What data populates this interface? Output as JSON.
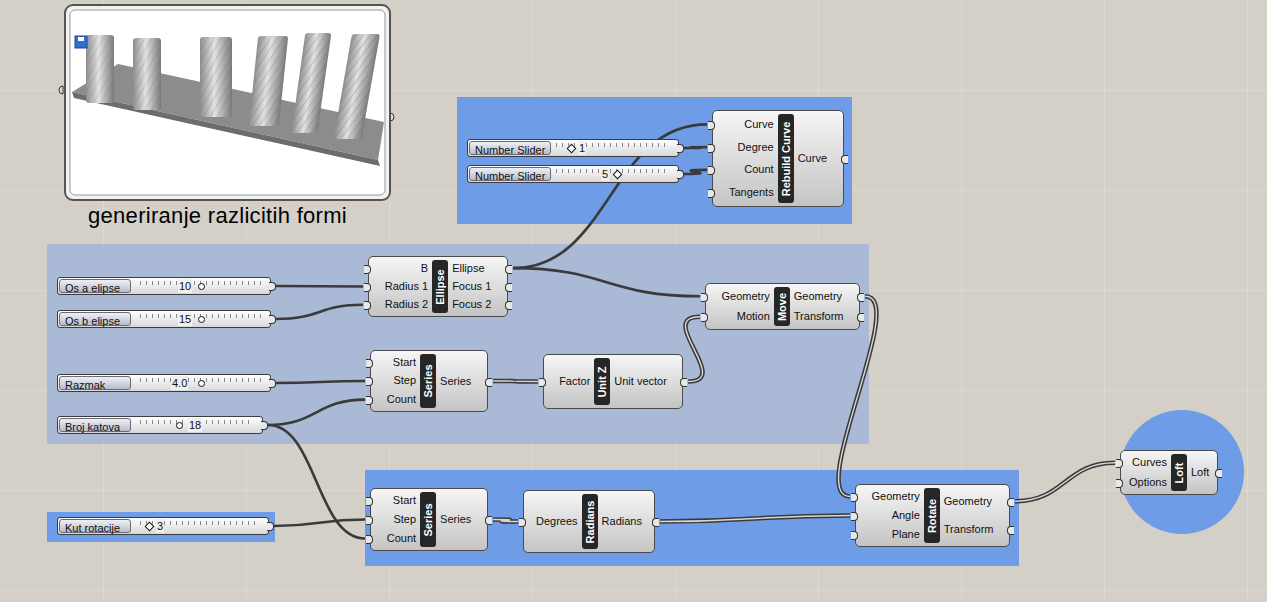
{
  "diagram": {
    "nodes": [
      {
        "text": [
          "Curve",
          "Degree",
          "Count",
          "Tangents",
          "Rebuild Curve",
          "Curve"
        ]
      },
      {
        "text": [
          "Number Slider",
          "1"
        ]
      },
      {
        "text": [
          "Number Slider",
          "5"
        ]
      },
      {
        "text": [
          "B",
          "Radius 1",
          "Radius 2",
          "Ellipse",
          "Ellipse",
          "Focus 1",
          "Focus 2"
        ]
      },
      {
        "text": [
          "Geometry",
          "Motion",
          "Move",
          "Geometry",
          "Transform"
        ]
      },
      {
        "text": [
          "Os a elipse",
          "10"
        ]
      },
      {
        "text": [
          "Os b elipse",
          "15"
        ]
      },
      {
        "text": [
          "Start",
          "Step",
          "Count",
          "Series",
          "Series"
        ]
      },
      {
        "text": [
          "Factor",
          "Unit Z",
          "Unit vector"
        ]
      },
      {
        "text": [
          "Razmak",
          "4.0"
        ]
      },
      {
        "text": [
          "Broj katova",
          "18"
        ]
      },
      {
        "text": [
          "Kut rotacije",
          "3"
        ]
      },
      {
        "text": [
          "Start",
          "Step",
          "Count",
          "Series",
          "Series"
        ]
      },
      {
        "text": [
          "Degrees",
          "Radians",
          "Radians"
        ]
      },
      {
        "text": [
          "Geometry",
          "Angle",
          "Plane",
          "Rotate",
          "Geometry",
          "Transform"
        ]
      },
      {
        "text": [
          "Curves",
          "Options",
          "Loft",
          "Loft"
        ]
      }
    ],
    "edges": [
      {
        "from": 1,
        "to": 0,
        "arrow": "none"
      },
      {
        "from": 2,
        "to": 0,
        "arrow": "none"
      },
      {
        "from": 3,
        "to": 0,
        "arrow": "none"
      },
      {
        "from": 3,
        "to": 4,
        "arrow": "none"
      },
      {
        "from": 5,
        "to": 3,
        "arrow": "none"
      },
      {
        "from": 6,
        "to": 3,
        "arrow": "none"
      },
      {
        "from": 9,
        "to": 7,
        "arrow": "none"
      },
      {
        "from": 10,
        "to": 7,
        "arrow": "none"
      },
      {
        "from": 7,
        "to": 8,
        "arrow": "none"
      },
      {
        "from": 8,
        "to": 4,
        "arrow": "none"
      },
      {
        "from": 10,
        "to": 12,
        "arrow": "none"
      },
      {
        "from": 11,
        "to": 12,
        "arrow": "none"
      },
      {
        "from": 12,
        "to": 13,
        "arrow": "none"
      },
      {
        "from": 13,
        "to": 14,
        "arrow": "none"
      },
      {
        "from": 4,
        "to": 14,
        "arrow": "none"
      },
      {
        "from": 14,
        "to": 15,
        "arrow": "none"
      }
    ],
    "labels": [
      "generiranje razlicitih formi"
    ]
  }
}
